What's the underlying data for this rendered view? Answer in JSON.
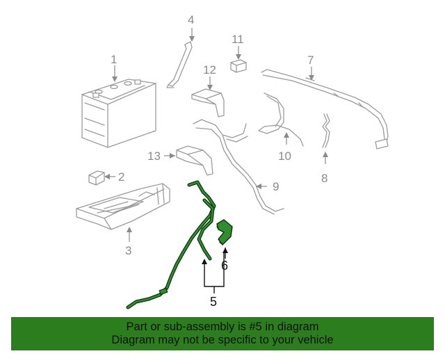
{
  "callouts": {
    "c1": "1",
    "c2": "2",
    "c3": "3",
    "c4": "4",
    "c5": "5",
    "c6": "6",
    "c7": "7",
    "c8": "8",
    "c9": "9",
    "c10": "10",
    "c11": "11",
    "c12": "12",
    "c13": "13"
  },
  "banner": {
    "line1": "Part or sub-assembly is #5 in diagram",
    "line2": "Diagram may not be specific to your vehicle"
  },
  "colors": {
    "highlight_part": "#2f8f2f",
    "banner_background": "#2b7d1e"
  }
}
